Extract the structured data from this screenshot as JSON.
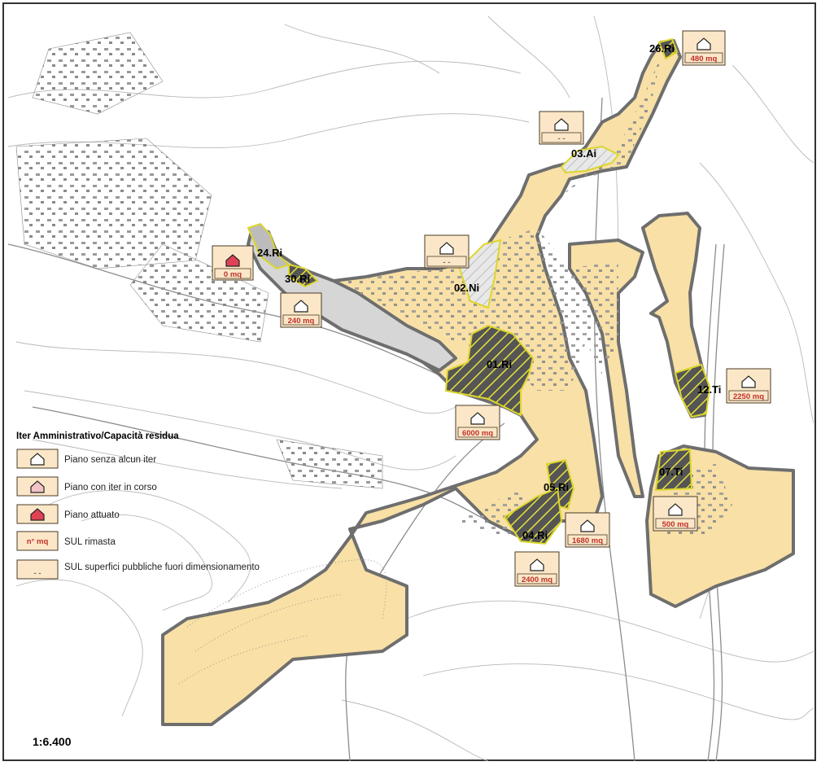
{
  "colors": {
    "zone_fill": "#f8e0a6",
    "zone_border": "#6e6e6e",
    "hatch_yellow": "#e7e23c",
    "hatch_dark": "#505050",
    "box_fill": "#fbe7c7",
    "box_border": "#4a3b2a",
    "capacity_text": "#c0302a",
    "attuato_red": "#e04155",
    "in_corso_pink": "#f2c3c9"
  },
  "areas": [
    {
      "id": "26.Ri",
      "capacity": "480 mq",
      "status": "none"
    },
    {
      "id": "03.Ai",
      "capacity": "- -",
      "status": "none"
    },
    {
      "id": "24.Ri",
      "capacity": "0 mq",
      "status": "attuato"
    },
    {
      "id": "30.Ri",
      "capacity": "240 mq",
      "status": "none"
    },
    {
      "id": "02.Ni",
      "capacity": "- -",
      "status": "none"
    },
    {
      "id": "01.Ri",
      "capacity": "6000 mq",
      "status": "none"
    },
    {
      "id": "12.Ti",
      "capacity": "2250 mq",
      "status": "none"
    },
    {
      "id": "07.Ti",
      "capacity": "500 mq",
      "status": "none"
    },
    {
      "id": "05.Ri",
      "capacity": "1680 mq",
      "status": "none"
    },
    {
      "id": "04.Ri",
      "capacity": "2400 mq",
      "status": "none"
    }
  ],
  "legend": {
    "title": "Iter Amministrativo/Capacità residua",
    "items": [
      {
        "label": "Piano senza alcun iter",
        "icon": "house-outline-icon"
      },
      {
        "label": "Piano con iter in corso",
        "icon": "house-pink-icon"
      },
      {
        "label": "Piano attuato",
        "icon": "house-red-icon"
      },
      {
        "label": "SUL rimasta",
        "sample": "n° mq"
      },
      {
        "label": "SUL superfici pubbliche fuori dimensionamento",
        "sample": "- -"
      }
    ]
  },
  "scale": "1:6.400"
}
